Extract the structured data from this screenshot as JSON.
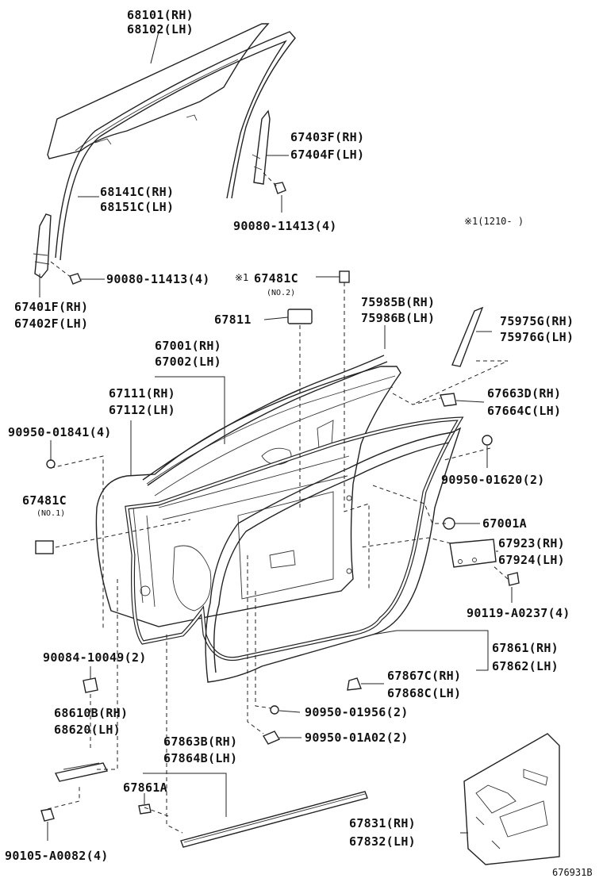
{
  "labels": {
    "glass_rh": "68101(RH)",
    "glass_lh": "68102(LH)",
    "channel_rh": "67403F(RH)",
    "channel_lh": "67404F(LH)",
    "run_rh": "68141C(RH)",
    "run_lh": "68151C(LH)",
    "bolt_top": "90080-11413(4)",
    "note_range": "※1(1210-    )",
    "bolt_mid": "90080-11413(4)",
    "frame_rh": "67401F(RH)",
    "frame_lh": "67402F(LH)",
    "note_mark": "※1",
    "cushion_c": "67481C",
    "no2": "(NO.2)",
    "part_67811": "67811",
    "weather_rh": "75985B(RH)",
    "weather_lh": "75986B(LH)",
    "stripe_rh": "75975G(RH)",
    "stripe_lh": "75976G(LH)",
    "door_rh": "67001(RH)",
    "door_lh": "67002(LH)",
    "panel_rh": "67111(RH)",
    "panel_lh": "67112(LH)",
    "grommet_left": "90950-01841(4)",
    "cover_rh": "67663D(RH)",
    "cover_lh": "67664C(LH)",
    "grommet_right": "90950-01620(2)",
    "cushion_c1": "67481C",
    "no1": "(NO.1)",
    "part_67001a": "67001A",
    "support_rh": "67923(RH)",
    "support_lh": "67924(LH)",
    "screw_right": "90119-A0237(4)",
    "bolt_lower": "90084-10049(2)",
    "ws_rh": "67861(RH)",
    "ws_lh": "67862(LH)",
    "check_rh": "68610B(RH)",
    "check_lh": "68620(LH)",
    "clip_rh": "67867C(RH)",
    "clip_lh": "67868C(LH)",
    "plug_1956": "90950-01956(2)",
    "plug_1a02": "90950-01A02(2)",
    "ws_b_rh": "67863B(RH)",
    "ws_b_lh": "67864B(LH)",
    "part_67861a": "67861A",
    "service_rh": "67831(RH)",
    "service_lh": "67832(LH)",
    "bolt_bottom": "90105-A0082(4)",
    "ref_code": "676931B"
  }
}
